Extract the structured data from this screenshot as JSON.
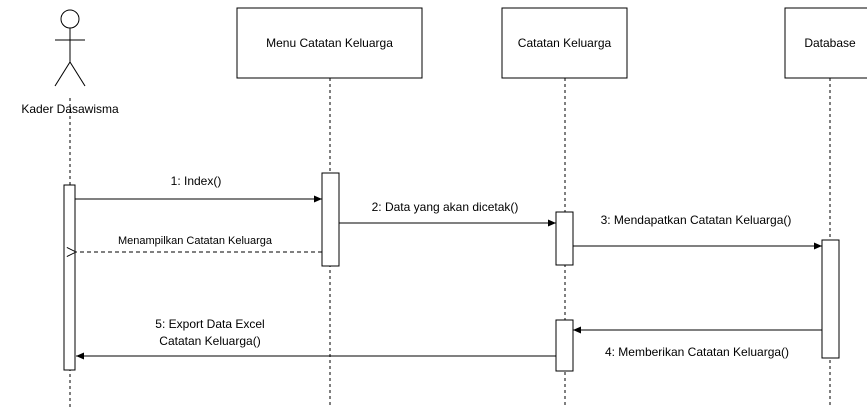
{
  "diagram": {
    "actor": {
      "label": "Kader Dasawisma"
    },
    "participants": [
      {
        "label": "Menu Catatan Keluarga"
      },
      {
        "label": "Catatan Keluarga"
      },
      {
        "label": "Database"
      }
    ],
    "messages": [
      {
        "label": "1: Index()",
        "type": "sync"
      },
      {
        "label": "2: Data yang akan dicetak()",
        "type": "sync"
      },
      {
        "label": "Menampilkan Catatan Keluarga",
        "type": "return"
      },
      {
        "label": "3: Mendapatkan Catatan Keluarga()",
        "type": "sync"
      },
      {
        "label": "4:  Memberikan Catatan Keluarga()",
        "type": "sync"
      },
      {
        "label_line1": "5: Export Data Excel",
        "label_line2": "Catatan Keluarga()",
        "type": "sync"
      }
    ]
  },
  "colors": {
    "line": "#000000",
    "fill": "#ffffff"
  }
}
